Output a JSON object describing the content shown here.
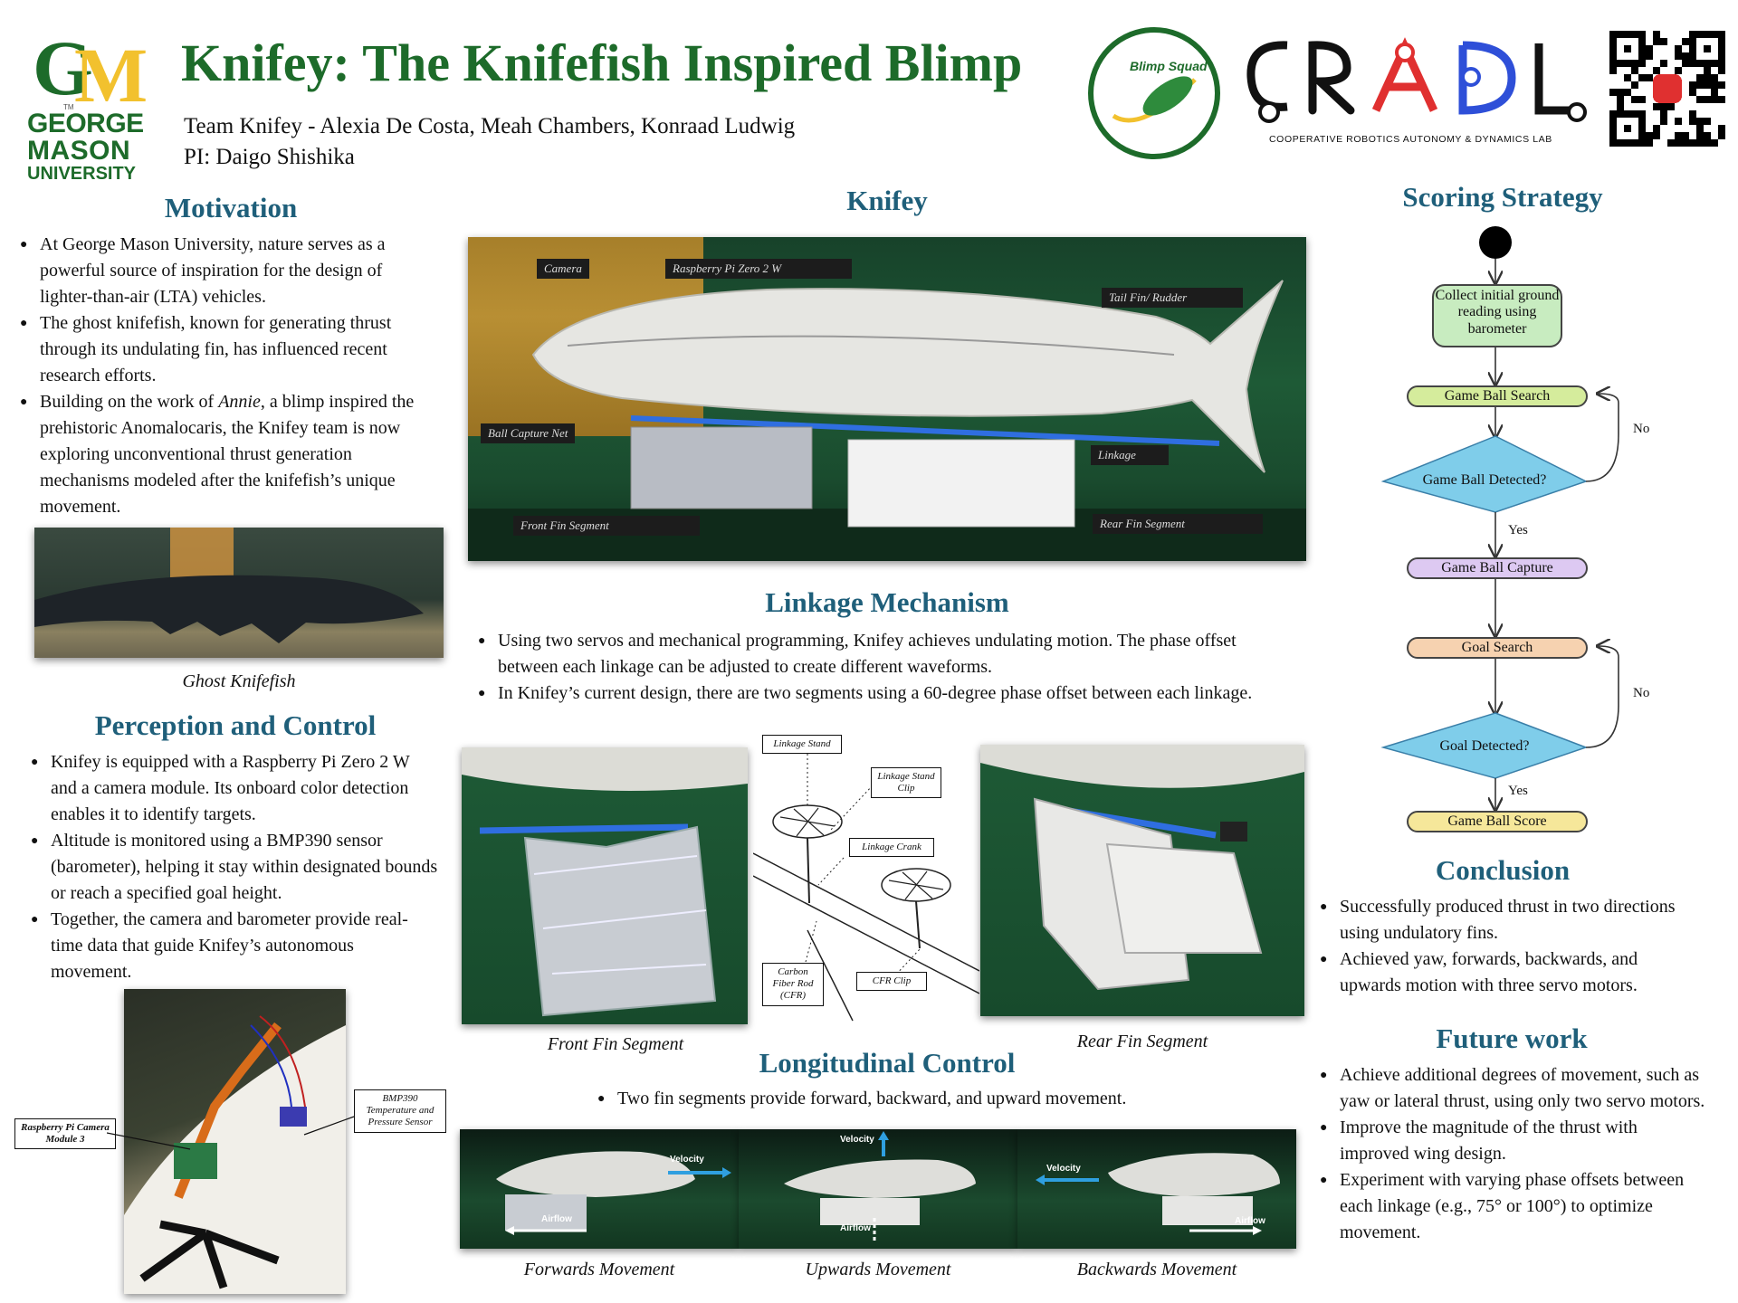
{
  "header": {
    "logo_letters": "GM",
    "logo_tm": "TM",
    "university_line1": "GEORGE",
    "university_line2": "MASON",
    "university_line3": "UNIVERSITY",
    "title": "Knifey: The Knifefish Inspired Blimp",
    "team": "Team Knifey - Alexia De Costa, Meah Chambers, Konraad Ludwig",
    "pi": "PI: Daigo Shishika",
    "blimp_squad_logo": "Blimp Squad",
    "cradl_logo": "CRADL",
    "cradl_subtitle": "COOPERATIVE ROBOTICS AUTONOMY & DYNAMICS LAB",
    "qr_icon": "qr-code-icon"
  },
  "motivation": {
    "title": "Motivation",
    "bullet1": "At George Mason University, nature serves as a powerful source of inspiration for the design of lighter-than-air (LTA) vehicles.",
    "bullet2": "The ghost knifefish, known for generating thrust through its undulating fin, has influenced recent research efforts.",
    "bullet3_pre": "Building on the work of ",
    "bullet3_em": "Annie",
    "bullet3_post": ", a blimp inspired the prehistoric Anomalocaris, the Knifey team is now exploring unconventional thrust generation mechanisms modeled after the knifefish’s unique movement.",
    "image_caption": "Ghost Knifefish"
  },
  "perception": {
    "title": "Perception and Control",
    "bullet1": "Knifey is equipped with a Raspberry Pi Zero 2 W and a camera module. Its onboard color detection enables it to identify targets.",
    "bullet2": "Altitude is monitored using a BMP390 sensor (barometer), helping it stay within designated bounds or reach a specified goal height.",
    "bullet3": "Together, the camera and barometer provide real-time data that guide Knifey’s autonomous movement.",
    "callout_camera": "Raspberry Pi Camera Module 3",
    "callout_sensor": "BMP390 Temperature and Pressure Sensor"
  },
  "knifey": {
    "title": "Knifey",
    "labels": {
      "camera": "Camera",
      "raspberry": "Raspberry Pi Zero 2 W",
      "tail": "Tail Fin/ Rudder",
      "net": "Ball Capture Net",
      "linkage": "Linkage",
      "front": "Front Fin Segment",
      "rear": "Rear Fin Segment"
    }
  },
  "linkage": {
    "title": "Linkage Mechanism",
    "bullet1": "Using two servos and mechanical programming, Knifey achieves undulating motion. The phase offset between each linkage can be adjusted to create different waveforms.",
    "bullet2": "In Knifey’s current design, there are two segments using a 60-degree phase offset between each linkage.",
    "caption_front": "Front Fin Segment",
    "caption_rear": "Rear Fin Segment",
    "callouts": {
      "stand": "Linkage Stand",
      "stand_clip": "Linkage Stand Clip",
      "crank": "Linkage Crank",
      "carbon": "Carbon Fiber Rod (CFR)",
      "cfr_clip": "CFR Clip"
    }
  },
  "longitudinal": {
    "title": "Longitudinal Control",
    "bullet1": "Two fin segments provide forward, backward, and upward movement.",
    "caption_fwd": "Forwards Movement",
    "caption_up": "Upwards Movement",
    "caption_back": "Backwards Movement",
    "velocity": "Velocity",
    "airflow": "Airflow"
  },
  "scoring": {
    "title": "Scoring Strategy",
    "node_initial": "Collect initial ground reading using barometer",
    "node_search": "Game Ball Search",
    "node_detected": "Game Ball Detected?",
    "node_capture": "Game Ball Capture",
    "node_goal_search": "Goal Search",
    "node_goal_detected": "Goal Detected?",
    "node_score": "Game Ball Score",
    "yes": "Yes",
    "no": "No",
    "colors": {
      "initial": "#c8ecc0",
      "search": "#d5ec9c",
      "decision": "#7fcdea",
      "capture": "#ddc9f2",
      "goal": "#f6d2b0",
      "score": "#f6e79a"
    }
  },
  "conclusion": {
    "title": "Conclusion",
    "bullet1": "Successfully produced thrust in two directions using undulatory fins.",
    "bullet2": "Achieved yaw, forwards, backwards, and upwards motion with three servo motors."
  },
  "future": {
    "title": "Future work",
    "bullet1": "Achieve additional degrees of movement, such as yaw or lateral thrust, using only two servo motors.",
    "bullet2": "Improve the magnitude of the thrust with improved wing design.",
    "bullet3": "Experiment with varying phase offsets between each linkage (e.g., 75° or 100°) to optimize movement."
  },
  "colors": {
    "green": "#1d6b2a",
    "gold": "#f2c12e",
    "section_blue": "#1f5f7a"
  }
}
